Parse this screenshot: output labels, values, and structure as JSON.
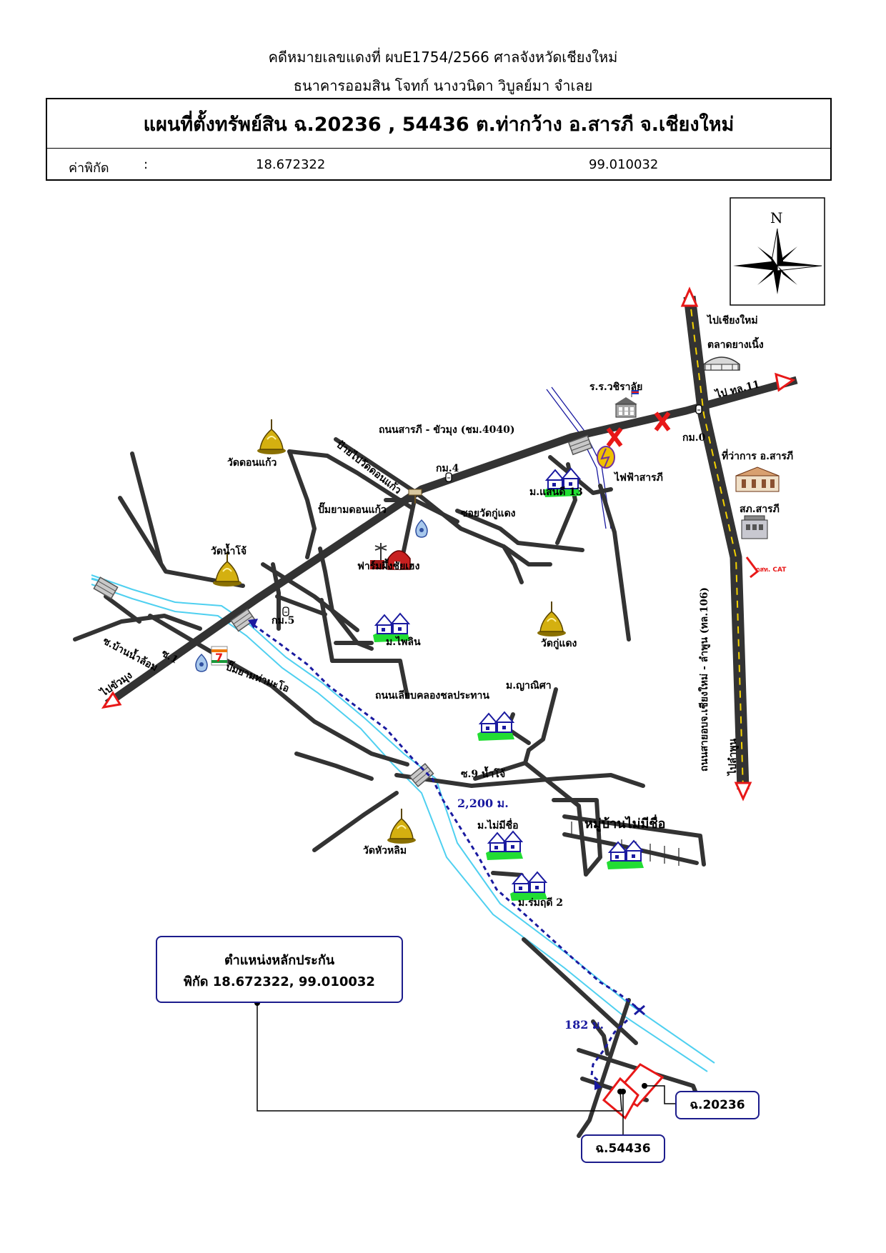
{
  "header": {
    "line1": "คดีหมายเลขแดงที่ ผบE1754/2566 ศาลจังหวัดเชียงใหม่",
    "line2": "ธนาคารออมสิน โจทก์ นางวนิดา วิบูลย์มา จำเลย"
  },
  "title": "แผนที่ตั้งทรัพย์สิน ฉ.20236 , 54436 ต.ท่ากว้าง อ.สารภี จ.เชียงใหม่",
  "coordinates": {
    "label": "ค่าพิกัด",
    "sep": ":",
    "lat": "18.672322",
    "lon": "99.010032"
  },
  "compass": {
    "north": "N"
  },
  "roads": {
    "main": "ถนนสารภี - ขัวมุง (ชม.4040)",
    "highway": "ถนนสายอบจ.เชียงใหม่ - ลำพูน (ทล.106)",
    "canal_road": "ถนนเลียบคลองชลประทาน",
    "to_cm": "ไปเชียงใหม่",
    "to_hw11": "ไป ทล.11",
    "to_lamphun": "ไปลำพูน",
    "to_khuamung": "ไปขัวมุง",
    "soi_kudaeng": "ซอยวัดกู่แดง",
    "soi_ban_namlom": "ซ.บ้านน้ำล้อม",
    "soi_1": "ซ.1",
    "soi_9": "ซ.9 น้ำโจ้",
    "sign_donkaew": "ป้ายไปวัดดอนแก้ว"
  },
  "places": {
    "market": "ตลาดยางเนิ้ง",
    "school": "ร.ร.วชิราลัย",
    "km0": "กม.0",
    "km4": "กม.4",
    "km5": "กม.5",
    "district_office": "ที่ว่าการ อ.สารภี",
    "police": "สภ.สารภี",
    "electric": "ไฟฟ้าสารภี",
    "saendee": "ม.แสนดี 13",
    "wat_donkaew": "วัดดอนแก้ว",
    "wat_namjo": "วัดน้ำโจ้",
    "wat_kudaeng": "วัดกู่แดง",
    "wat_hualim": "วัดหัวหลิม",
    "gas_donkaew": "ปั๊มยามดอนแก้ว",
    "bee_farm": "ฟาร์มผึ้งชัยเฮง",
    "phailin": "ม.ไพลิน",
    "yanisa": "ม.ญาณิศา",
    "gas_thamao": "ปั๊มยามท่ามะโอ",
    "no_name": "ม.ไม่มีชื่อ",
    "village_no_name": "หมู่บ้านไม่มีชื่อ",
    "romrudee": "ม.ร่มฤดี 2",
    "cat_logo": "กสท. CAT",
    "seven_logo": "7"
  },
  "distances": {
    "d1": "2,200 ม.",
    "d2": "182 ม."
  },
  "collateral": {
    "title": "ตำแหน่งหลักประกัน",
    "coords": "พิกัด 18.672322, 99.010032",
    "deed1": "ฉ.20236",
    "deed2": "ฉ.54436"
  },
  "colors": {
    "road": "#333333",
    "river": "#4fd0f0",
    "route": "#1a1aa0",
    "plot": "#e81818",
    "arrow": "#e81818"
  }
}
